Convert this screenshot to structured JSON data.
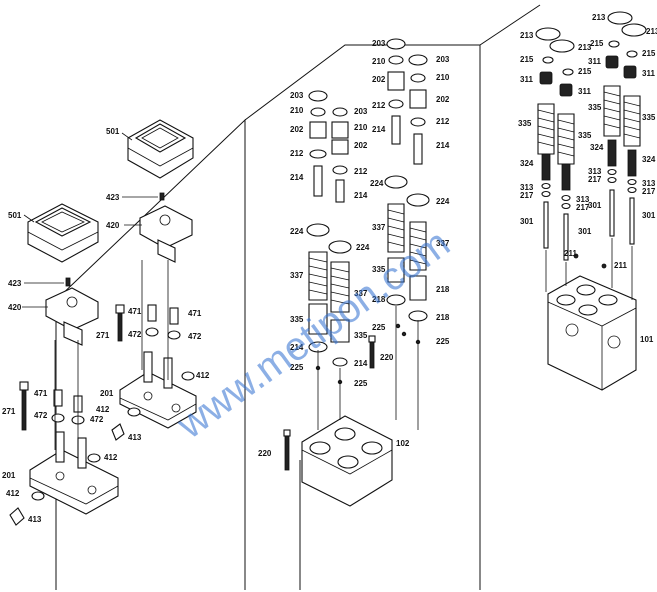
{
  "watermark": "www.metipon.com",
  "labels": {
    "l501a": "501",
    "l501b": "501",
    "l423a": "423",
    "l423b": "423",
    "l420a": "420",
    "l420b": "420",
    "l271a": "271",
    "l271b": "271",
    "l471a": "471",
    "l471b": "471",
    "l471c": "471",
    "l472a": "472",
    "l472b": "472",
    "l472c": "472",
    "l472d": "472",
    "l412a": "412",
    "l412b": "412",
    "l412c": "412",
    "l412d": "412",
    "l413a": "413",
    "l413b": "413",
    "l201a": "201",
    "l201b": "201",
    "l203a": "203",
    "l203b": "203",
    "l203c": "203",
    "l203d": "203",
    "l210a": "210",
    "l210b": "210",
    "l210c": "210",
    "l210d": "210",
    "l202a": "202",
    "l202b": "202",
    "l202c": "202",
    "l202d": "202",
    "l212a": "212",
    "l212b": "212",
    "l212c": "212",
    "l212d": "212",
    "l214a": "214",
    "l214b": "214",
    "l214c": "214",
    "l214d": "214",
    "l214e": "214",
    "l214f": "214",
    "l224a": "224",
    "l224b": "224",
    "l224c": "224",
    "l224d": "224",
    "l337a": "337",
    "l337b": "337",
    "l337c": "337",
    "l337d": "337",
    "l335a": "335",
    "l335b": "335",
    "l335c": "335",
    "l218a": "218",
    "l218b": "218",
    "l218c": "218",
    "l225a": "225",
    "l225b": "225",
    "l225c": "225",
    "l225d": "225",
    "l220a": "220",
    "l220b": "220",
    "l102": "102",
    "l213a": "213",
    "l213b": "213",
    "l213c": "213",
    "l213d": "213",
    "l215a": "215",
    "l215b": "215",
    "l215c": "215",
    "l215d": "215",
    "l311a": "311",
    "l311b": "311",
    "l311c": "311",
    "l311d": "311",
    "l335d": "335",
    "l335e": "335",
    "l335f": "335",
    "l335g": "335",
    "l324a": "324",
    "l324b": "324",
    "l324c": "324",
    "l313a": "313",
    "l313b": "313",
    "l313c": "313",
    "l313d": "313",
    "l217a": "217",
    "l217b": "217",
    "l217c": "217",
    "l217d": "217",
    "l301a": "301",
    "l301b": "301",
    "l301c": "301",
    "l301d": "301",
    "l211a": "211",
    "l211b": "211",
    "l101": "101"
  }
}
